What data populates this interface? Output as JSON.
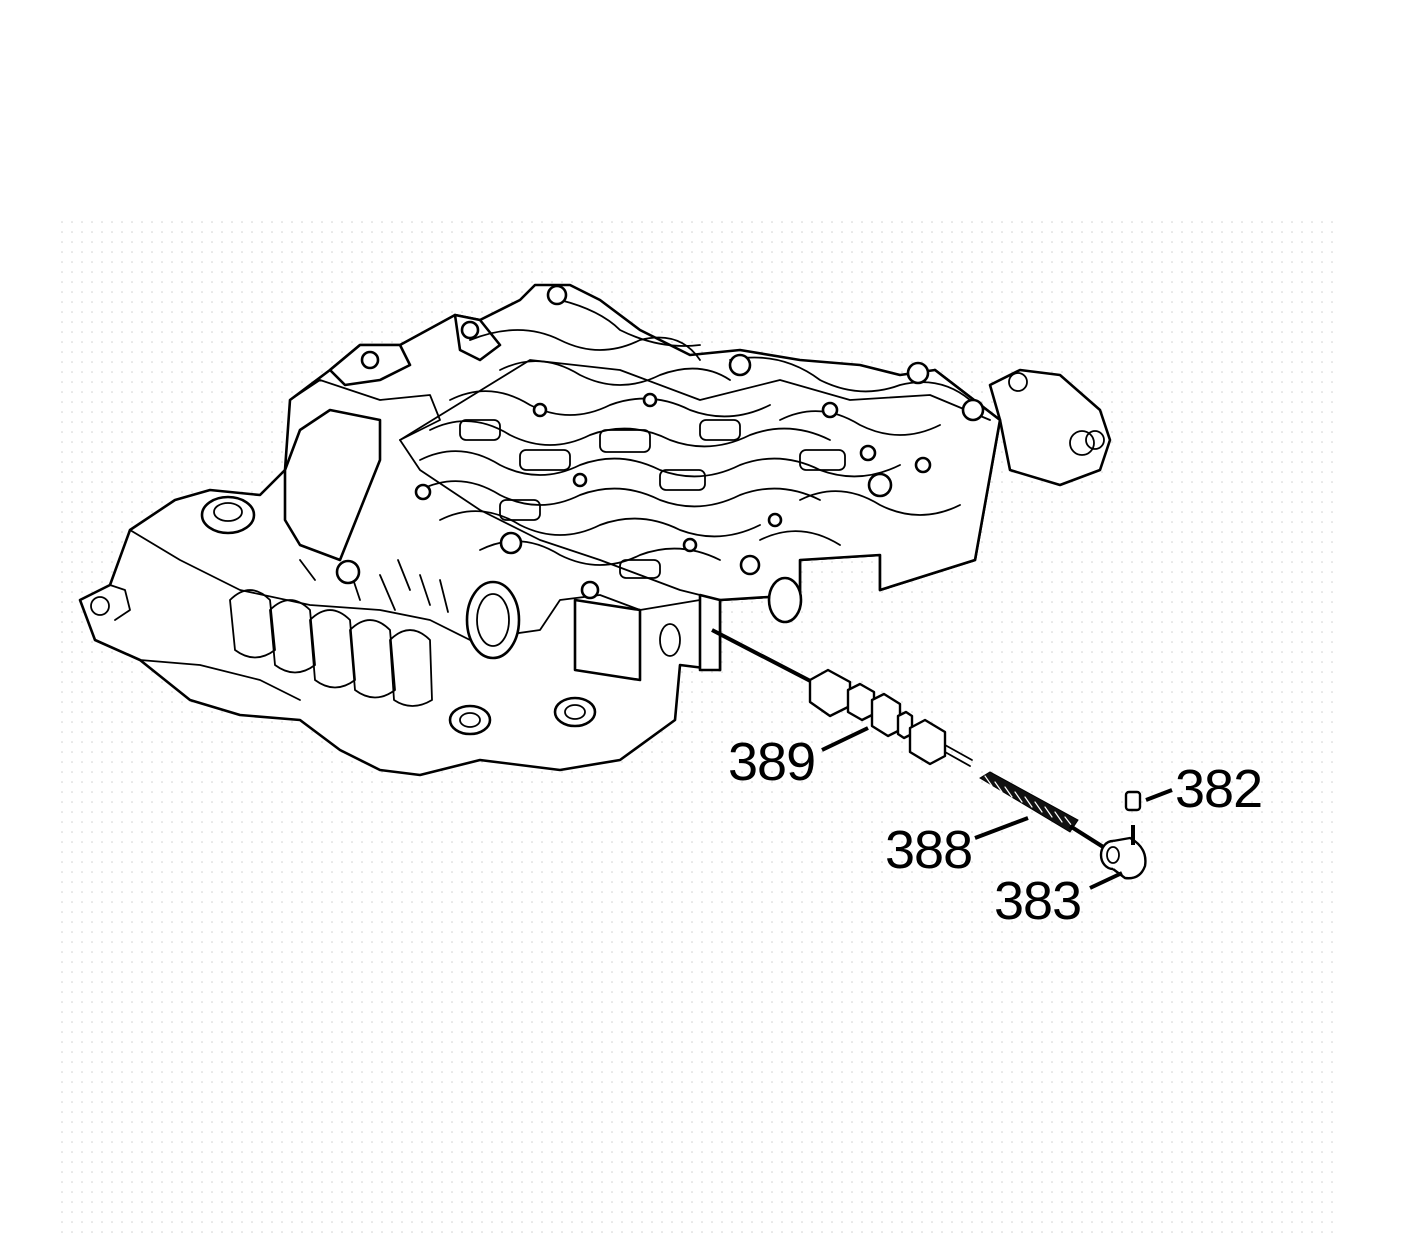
{
  "callouts": {
    "c389": "389",
    "c388": "388",
    "c383": "383",
    "c382": "382"
  },
  "colors": {
    "line": "#000000",
    "background": "#ffffff",
    "stipple": "#c8c8c8"
  }
}
